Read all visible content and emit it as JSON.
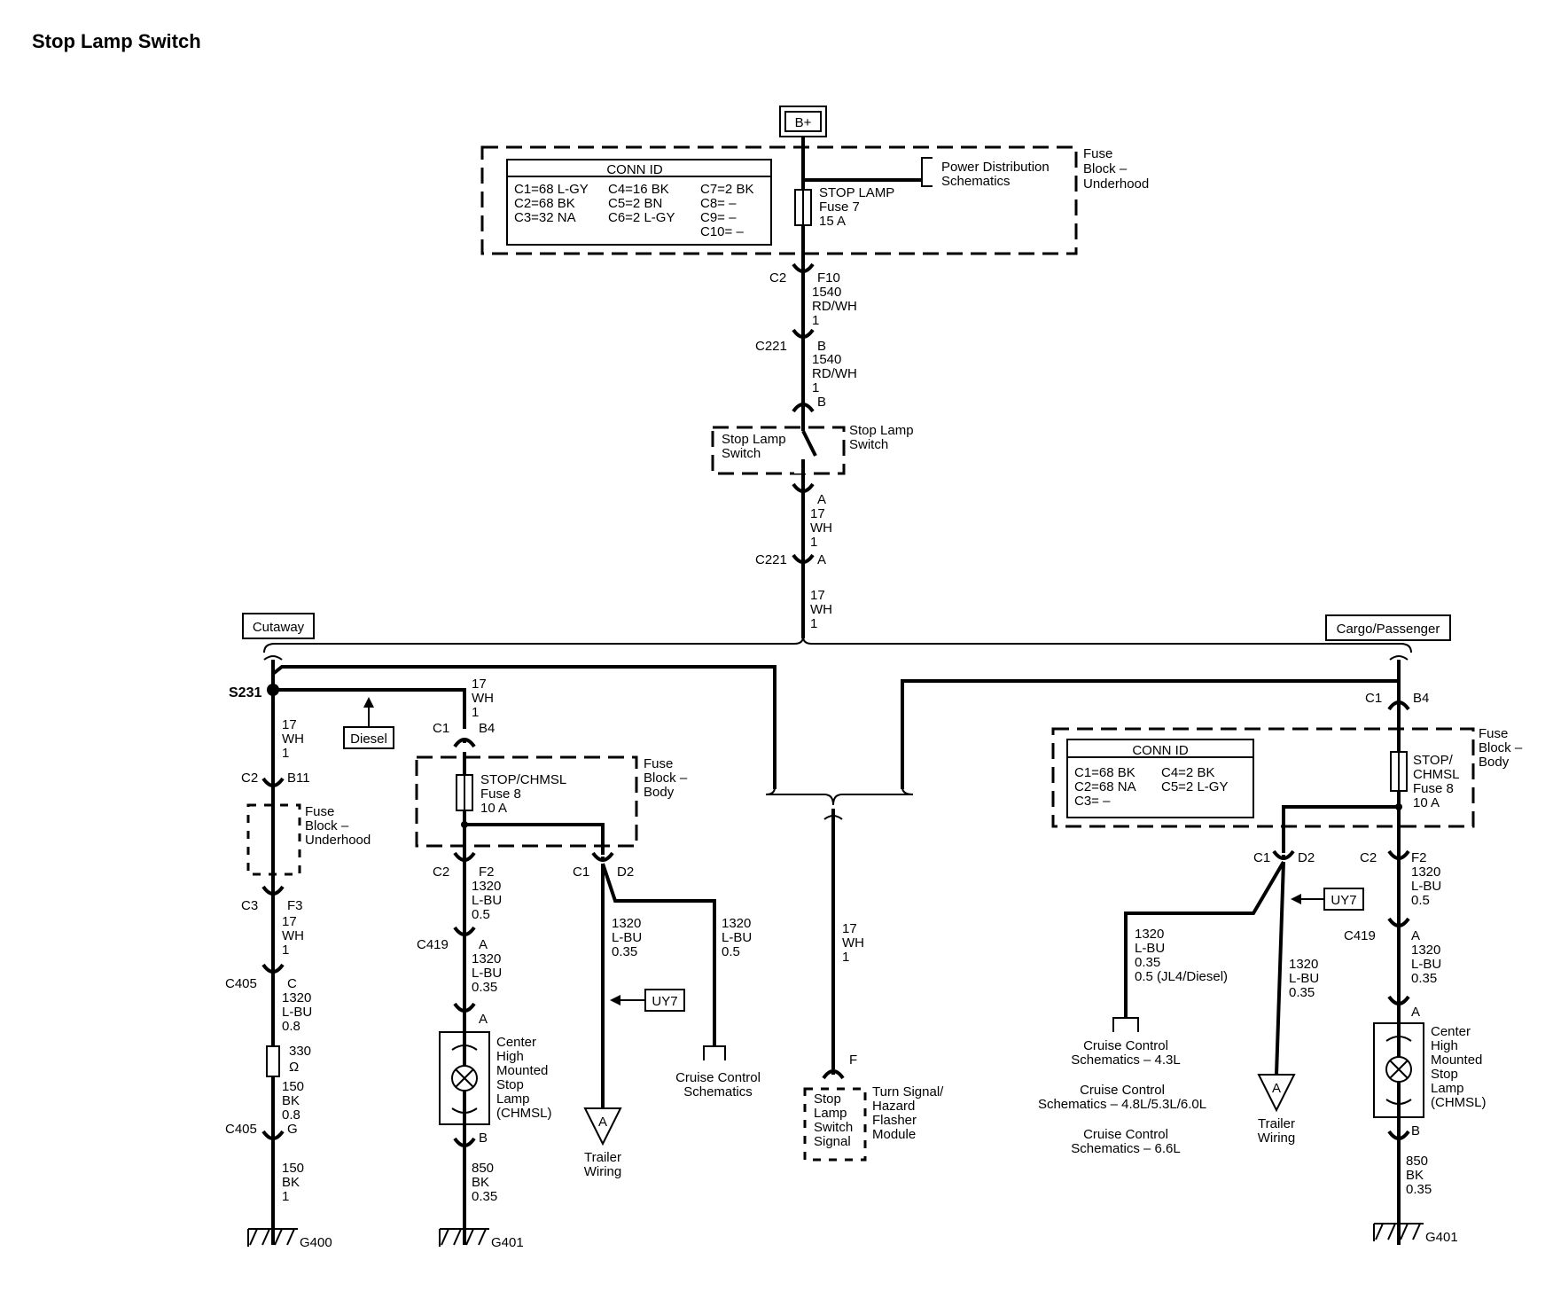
{
  "page": {
    "title": "Stop Lamp Switch"
  },
  "power": {
    "source": "B+"
  },
  "fuse_block_underhood": {
    "label": [
      "Fuse",
      "Block –",
      "Underhood"
    ],
    "conn_id": {
      "title": "CONN ID",
      "col1": [
        "C1=68 L-GY",
        "C2=68 BK",
        "C3=32 NA"
      ],
      "col2": [
        "C4=16 BK",
        "C5=2 BN",
        "C6=2 L-GY"
      ],
      "col3": [
        "C7=2 BK",
        "C8= –",
        "C9= –",
        "C10= –"
      ]
    },
    "power_dist_ref": [
      "Power Distribution",
      "Schematics"
    ],
    "stop_lamp_fuse": [
      "STOP LAMP",
      "Fuse 7",
      "15 A"
    ]
  },
  "main_wire": {
    "c2_conn": "C2",
    "c2_pin": "F10",
    "seg1": [
      "1540",
      "RD/WH",
      "1"
    ],
    "c221_upper": "C221",
    "c221_upper_pin_top": "B",
    "seg2": [
      "1540",
      "RD/WH",
      "1"
    ],
    "c221_upper_pin_bottom": "B",
    "switch_label_left": [
      "Stop Lamp",
      "Switch"
    ],
    "switch_label_right": [
      "Stop Lamp",
      "Switch"
    ],
    "switch_pin_a": "A",
    "seg3": [
      "17",
      "WH",
      "1"
    ],
    "c221_lower": "C221",
    "c221_lower_pin": "A",
    "seg4": [
      "17",
      "WH",
      "1"
    ]
  },
  "options": {
    "left": "Cutaway",
    "right": "Cargo/Passenger"
  },
  "cutaway": {
    "splice": "S231",
    "diesel": "Diesel",
    "seg_a": [
      "17",
      "WH",
      "1"
    ],
    "c2": "C2",
    "c2_pin": "B11",
    "fuse_block": [
      "Fuse",
      "Block –",
      "Underhood"
    ],
    "c3": "C3",
    "c3_pin": "F3",
    "seg_b": [
      "17",
      "WH",
      "1"
    ],
    "c405_top": "C405",
    "c405_top_pin": "C",
    "seg_c": [
      "1320",
      "L-BU",
      "0.8"
    ],
    "resistor": [
      "330",
      "Ω"
    ],
    "seg_d": [
      "150",
      "BK",
      "0.8"
    ],
    "c405_bottom": "C405",
    "c405_bottom_pin": "G",
    "seg_e": [
      "150",
      "BK",
      "1"
    ],
    "ground": "G400",
    "branch_wire": [
      "17",
      "WH",
      "1"
    ],
    "c1": "C1",
    "c1_pin": "B4",
    "fuse_block_body": [
      "Fuse",
      "Block –",
      "Body"
    ],
    "chmsl_fuse": [
      "STOP/CHMSL",
      "Fuse 8",
      "10 A"
    ],
    "c2b": "C2",
    "c2b_pin": "F2",
    "seg_f": [
      "1320",
      "L-BU",
      "0.5"
    ],
    "c419": "C419",
    "c419_pin": "A",
    "seg_g": [
      "1320",
      "L-BU",
      "0.35"
    ],
    "lamp_pin_a": "A",
    "lamp_label": [
      "Center",
      "High",
      "Mounted",
      "Stop",
      "Lamp",
      "(CHMSL)"
    ],
    "lamp_pin_b": "B",
    "seg_h": [
      "850",
      "BK",
      "0.35"
    ],
    "ground2": "G401",
    "c1d2": "C1",
    "c1d2_pin": "D2",
    "seg_i": [
      "1320",
      "L-BU",
      "0.35"
    ],
    "seg_j": [
      "1320",
      "L-BU",
      "0.5"
    ],
    "uy7": "UY7",
    "trailer": [
      "Trailer",
      "Wiring"
    ],
    "trailer_ref": "A",
    "cruise": [
      "Cruise Control",
      "Schematics"
    ]
  },
  "center": {
    "seg": [
      "17",
      "WH",
      "1"
    ],
    "pin_f": "F",
    "signal_box": [
      "Stop",
      "Lamp",
      "Switch",
      "Signal"
    ],
    "module": [
      "Turn Signal/",
      "Hazard",
      "Flasher",
      "Module"
    ]
  },
  "cargo": {
    "c1": "C1",
    "c1_pin": "B4",
    "fuse_block_body": [
      "Fuse",
      "Block –",
      "Body"
    ],
    "conn_id": {
      "title": "CONN ID",
      "col1": [
        "C1=68 BK",
        "C2=68 NA",
        "C3= –"
      ],
      "col2": [
        "C4=2 BK",
        "C5=2 L-GY"
      ]
    },
    "chmsl_fuse": [
      "STOP/",
      "CHMSL",
      "Fuse 8",
      "10 A"
    ],
    "c1d2": "C1",
    "c1d2_pin": "D2",
    "c2": "C2",
    "c2_pin": "F2",
    "seg_a": [
      "1320",
      "L-BU",
      "0.5"
    ],
    "uy7": "UY7",
    "seg_cruise": [
      "1320",
      "L-BU",
      "0.35",
      "0.5 (JL4/Diesel)"
    ],
    "seg_trailer": [
      "1320",
      "L-BU",
      "0.35"
    ],
    "c419": "C419",
    "c419_pin": "A",
    "seg_b": [
      "1320",
      "L-BU",
      "0.35"
    ],
    "cruise_refs": [
      "Cruise Control",
      "Schematics – 4.3L",
      "Cruise Control",
      "Schematics – 4.8L/5.3L/6.0L",
      "Cruise Control",
      "Schematics – 6.6L"
    ],
    "trailer": [
      "Trailer",
      "Wiring"
    ],
    "trailer_ref": "A",
    "lamp_pin_a": "A",
    "lamp_label": [
      "Center",
      "High",
      "Mounted",
      "Stop",
      "Lamp",
      "(CHMSL)"
    ],
    "lamp_pin_b": "B",
    "seg_c": [
      "850",
      "BK",
      "0.35"
    ],
    "ground": "G401"
  }
}
